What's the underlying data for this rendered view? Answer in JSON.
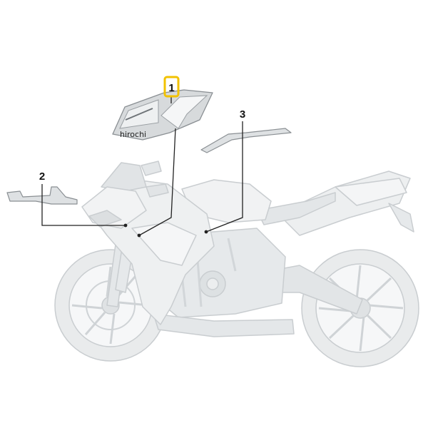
{
  "diagram": {
    "callouts": [
      {
        "number": "1",
        "highlighted": true
      },
      {
        "number": "2",
        "highlighted": false
      },
      {
        "number": "3",
        "highlighted": false
      }
    ],
    "watermark": "hirochi",
    "highlight_color": "#f2c200",
    "line_color": "#222222",
    "bike_fill": "#eceeef",
    "bike_stroke": "#c9cdd0"
  }
}
